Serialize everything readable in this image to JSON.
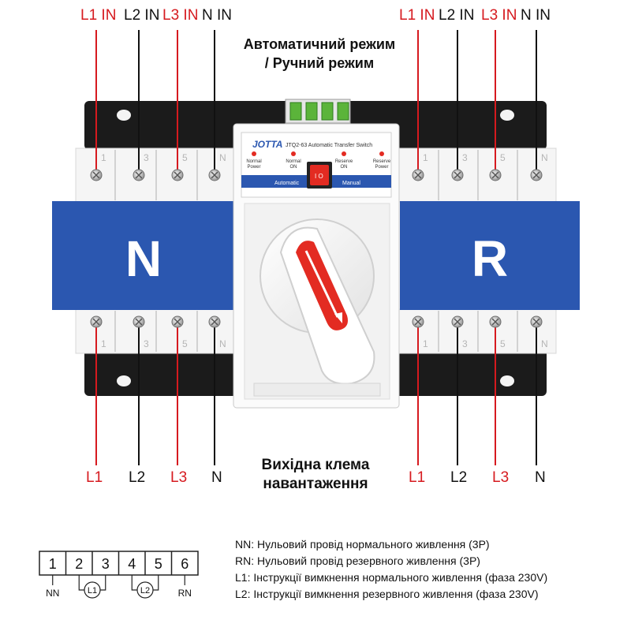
{
  "colors": {
    "red": "#d61a1f",
    "black": "#111111",
    "blue": "#2b57b0",
    "switch": "#e32b22"
  },
  "top_labels": [
    {
      "text": "L1 IN",
      "color": "red"
    },
    {
      "text": "L2 IN",
      "color": "black"
    },
    {
      "text": "L3 IN",
      "color": "red"
    },
    {
      "text": "N IN",
      "color": "black"
    },
    {
      "text": "L1 IN",
      "color": "red"
    },
    {
      "text": "L2 IN",
      "color": "black"
    },
    {
      "text": "L3 IN",
      "color": "red"
    },
    {
      "text": "N IN",
      "color": "black"
    }
  ],
  "bottom_labels": [
    {
      "text": "L1",
      "color": "red"
    },
    {
      "text": "L2",
      "color": "black"
    },
    {
      "text": "L3",
      "color": "red"
    },
    {
      "text": "N",
      "color": "black"
    },
    {
      "text": "L1",
      "color": "red"
    },
    {
      "text": "L2",
      "color": "black"
    },
    {
      "text": "L3",
      "color": "red"
    },
    {
      "text": "N",
      "color": "black"
    }
  ],
  "mode_title": {
    "line1": "Автоматичний режим",
    "line2": "/ Ручний режим"
  },
  "output_title": {
    "line1": "Вихідна клема",
    "line2": "навантаження"
  },
  "device": {
    "brand": "JOTTA",
    "model": "JTQ2-63 Automatic Transfer Switch",
    "indicators": [
      {
        "label1": "Normal",
        "label2": "Power"
      },
      {
        "label1": "Normal",
        "label2": "ON"
      },
      {
        "label1": "Reserve",
        "label2": "ON"
      },
      {
        "label1": "Reserve",
        "label2": "Power"
      }
    ],
    "mode_automatic": "Automatic",
    "mode_manual": "Manual",
    "left_panel": "N",
    "right_panel": "R",
    "terminal_numbers": [
      "1",
      "3",
      "5",
      "N"
    ]
  },
  "terminal_block": {
    "numbers": [
      "1",
      "2",
      "3",
      "4",
      "5",
      "6"
    ],
    "nn": "NN",
    "rn": "RN",
    "coil1": "L1",
    "coil2": "L2"
  },
  "legend": [
    "NN: Нульовий провід нормального живлення (3P)",
    "RN: Нульовий провід резервного живлення (3P)",
    "L1: Інструкції вимкнення нормального живлення (фаза 230V)",
    "L2: Інструкції вимкнення резервного живлення (фаза 230V)"
  ]
}
